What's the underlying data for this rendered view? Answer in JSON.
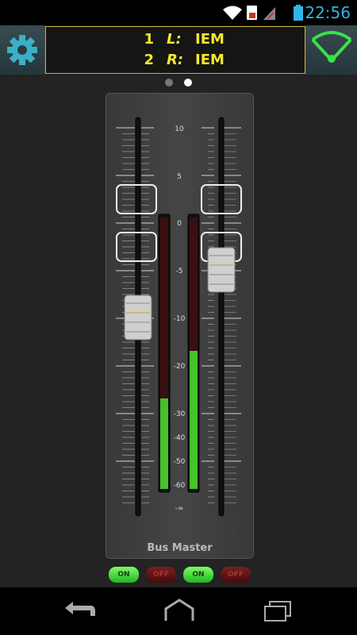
{
  "status_bar": {
    "time": "22:56",
    "icons": [
      "wifi-icon",
      "sim-icon",
      "signal-off-icon",
      "battery-icon"
    ],
    "battery_color": "#33b5e5"
  },
  "header": {
    "settings_icon": "gear-icon",
    "wifi_icon": "wifi-icon",
    "channels": [
      {
        "number": "1",
        "side": "L:",
        "name": "IEM"
      },
      {
        "number": "2",
        "side": "R:",
        "name": "IEM"
      }
    ],
    "accent_color": "#f2e82c"
  },
  "pager": {
    "pages": 2,
    "active": 2
  },
  "mixer": {
    "title": "Bus Master",
    "scale_labels": [
      "10",
      "5",
      "0",
      "-5",
      "-10",
      "-20",
      "-30",
      "-40",
      "-50",
      "-60",
      "-∞"
    ],
    "faders": [
      {
        "id": "left",
        "level_db": -10
      },
      {
        "id": "right",
        "level_db": -5
      }
    ],
    "meters": [
      {
        "id": "left",
        "level_db": -27
      },
      {
        "id": "right",
        "level_db": -17
      }
    ],
    "buttons": [
      {
        "label": "ON",
        "state": "active"
      },
      {
        "label": "OFF",
        "state": "inactive"
      },
      {
        "label": "ON",
        "state": "active"
      },
      {
        "label": "OFF",
        "state": "inactive"
      }
    ]
  },
  "nav": {
    "icons": [
      "back-icon",
      "home-icon",
      "recent-apps-icon"
    ]
  }
}
